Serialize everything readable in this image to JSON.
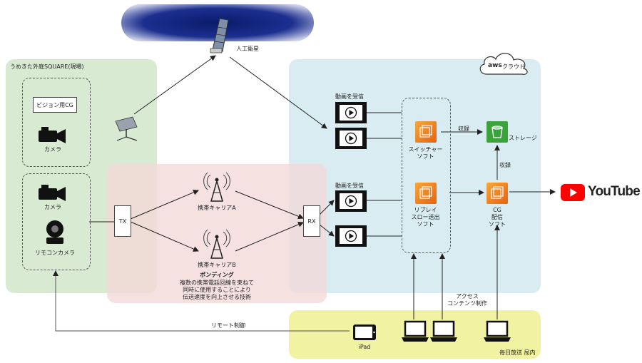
{
  "satellite": {
    "label": "人工衛星"
  },
  "site": {
    "title": "うめきた外庭SQUARE(現場)",
    "vision_cg": "ビジョン用CG",
    "camera1": "カメラ",
    "camera2": "カメラ",
    "remote_camera": "リモコンカメラ"
  },
  "bonding": {
    "tx": "TX",
    "rx": "RX",
    "carrier_a": "携帯キャリアA",
    "carrier_b": "携帯キャリアB",
    "title": "ボンディング",
    "desc": [
      "複数の携帯電話回線を束ねて",
      "同時に使用することにより",
      "伝送速度を向上させる技術"
    ]
  },
  "cloud": {
    "badge_logo": "aws",
    "badge_text": "クラウド",
    "receive1": "動画を受信",
    "receive2": "動画を受信",
    "switcher": [
      "スイッチャー",
      "ソフト"
    ],
    "replay": [
      "リプレイ",
      "スロー送出",
      "ソフト"
    ],
    "cg": [
      "CG",
      "配信",
      "ソフト"
    ],
    "storage": "ストレージ",
    "record1": "収録",
    "record2": "収録"
  },
  "youtube": {
    "label": "YouTube"
  },
  "station": {
    "title": "毎日放送 局内",
    "ipad": "iPad",
    "remote_control": "リモート制御",
    "access": [
      "アクセス",
      "コンテンツ制作"
    ]
  },
  "colors": {
    "site_bg": "#d9ead3",
    "bonding_bg": "#f7dede",
    "cloud_bg": "#d9ecf2",
    "station_bg": "#f3f3a8",
    "youtube_red": "#ff0000",
    "aws_orange": "#ed7d1c",
    "storage_green": "#3aa33a"
  }
}
